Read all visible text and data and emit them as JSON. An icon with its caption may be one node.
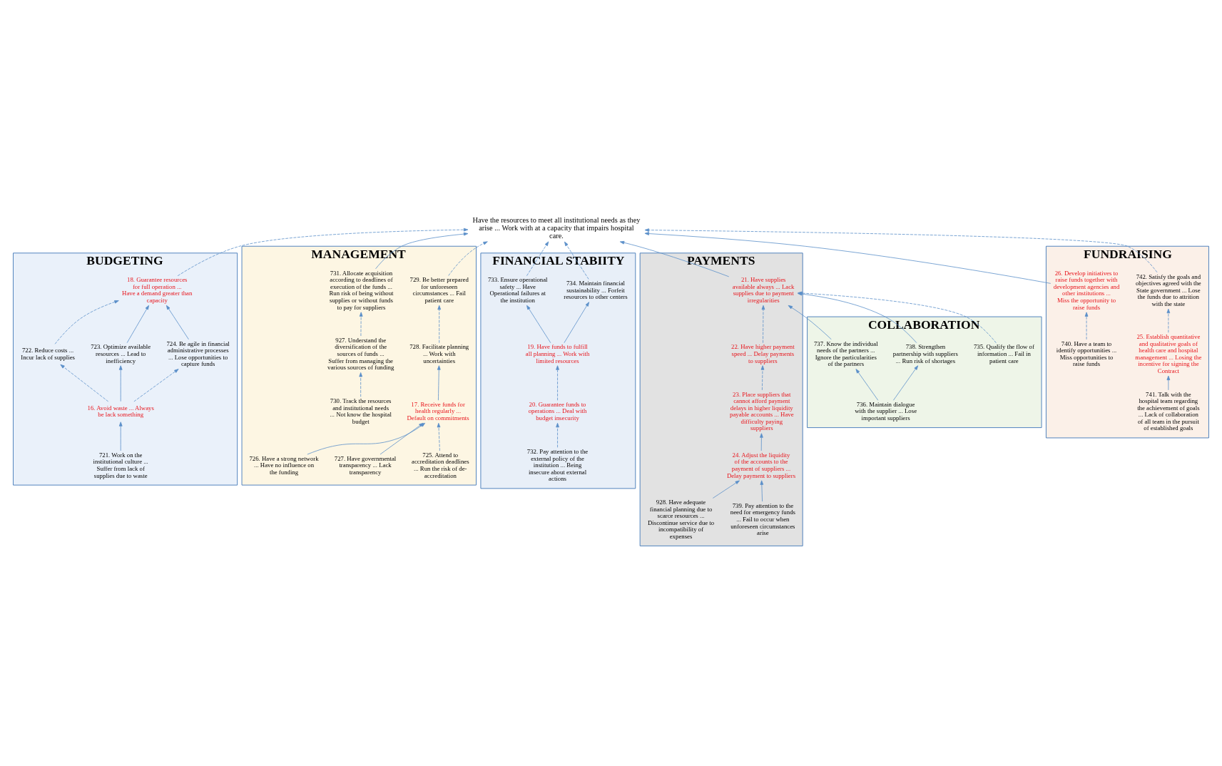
{
  "diagram": {
    "nodes": [
      {
        "text": [
          "Have the resources to meet all institutional needs as they arise ... Work with at a capacity that impairs hospital care."
        ]
      },
      {
        "text": [
          "BUDGETING"
        ]
      },
      {
        "text": [
          "18. Guarantee resources for full operation ... Have a demand greater than capacity"
        ],
        "in": 1
      },
      {
        "text": [
          "722. Reduce costs ... Incur lack of supplies"
        ],
        "in": 1
      },
      {
        "text": [
          "723. Optimize available resources ... Lead to inefficiency"
        ],
        "in": 1
      },
      {
        "text": [
          "724. Be agile in financial administrative processes ... Lose opportunities to capture funds"
        ],
        "in": 1
      },
      {
        "text": [
          "16. Avoid waste ... Always be lack something"
        ],
        "in": 1
      },
      {
        "text": [
          "721. Work on the institutional culture ... Suffer from lack of supplies due to waste"
        ],
        "in": 1
      },
      {
        "text": [
          "MANAGEMENT"
        ]
      },
      {
        "text": [
          "729. Be better prepared for unforeseen circumstances ... Fail patient care"
        ],
        "in": 8
      },
      {
        "text": [
          "731. Allocate acquisition according to deadlines of execution of the funds ... Run risk of being without supplies or without funds to pay for suppliers"
        ],
        "in": 8
      },
      {
        "text": [
          "728. Facilitate planning ... Work with uncertainties"
        ],
        "in": 8
      },
      {
        "text": [
          "17. Receive funds for health regularly ... Default on commitments"
        ],
        "in": 8
      },
      {
        "text": [
          "927. Understand the diversification of the sources of funds ... Suffer from managing the various sources of funding"
        ],
        "in": 8
      },
      {
        "text": [
          "725. Attend to accreditation deadlines ... Run the risk of de-accreditation"
        ],
        "in": 8
      },
      {
        "text": [
          "727. Have governmental transparency ... Lack transparency"
        ],
        "in": 8
      },
      {
        "text": [
          "726. Have a strong network ... Have no influence on the funding"
        ],
        "in": 8
      },
      {
        "text": [
          "730. Track the resources and institutional needs ... Not know the hospital budget"
        ],
        "in": 8
      },
      {
        "text": [
          "FINANCIAL STABIITY"
        ]
      },
      {
        "text": [
          "733. Ensure operational safety ... Have Operational failures at the institution"
        ],
        "in": 18
      },
      {
        "text": [
          "734. Maintain financial sustainability ... Forfeit resources to other centers"
        ],
        "in": 18
      },
      {
        "text": [
          "19. Have funds to fulfill all planning ... Work with limited resources"
        ],
        "in": 18
      },
      {
        "text": [
          "20. Guarantee funds to operations ... Deal with budget insecurity"
        ],
        "in": 18
      },
      {
        "text": [
          "732. Pay attention to the external policy of the institution ... Being insecure about external actions"
        ],
        "in": 18
      },
      {
        "text": [
          "PAYMENTS"
        ]
      },
      {
        "text": [
          "21. Have supplies available always ... Lack supplies due to payment irregularities"
        ],
        "in": 24
      },
      {
        "text": [
          "22. Have higher payment speed ... Delay payments to suppliers"
        ],
        "in": 24
      },
      {
        "text": [
          "23. Place suppliers that cannot afford payment delays in higher liquidity payable accounts ... Have difficulty paying suppliers"
        ],
        "in": 24
      },
      {
        "text": [
          "24. Adjust the liquidity of the accounts to the payment of suppliers ... Delay payment to suppliers"
        ],
        "in": 24
      },
      {
        "text": [
          "739. Pay attention to the need for emergency funds ... Fail to occur when unforeseen circumstances arise"
        ],
        "in": 24
      },
      {
        "text": [
          "928. Have adequate financial planning due to scarce resources ... Discontinue service due to incompatibility of expenses"
        ],
        "in": 24
      },
      {
        "text": [
          "COLLABORATION"
        ]
      },
      {
        "text": [
          "735. Qualify the flow of information ... Fail in patient care"
        ],
        "in": 31
      },
      {
        "text": [
          "737. Know the individual needs of the partners ... Ignore the particularities of the partners"
        ],
        "in": 31
      },
      {
        "text": [
          "738. Strengthen partnership with suppliers ... Run risk of shortages"
        ],
        "in": 31
      },
      {
        "text": [
          "736. Maintain dialogue with the supplier ... Lose important suppliers"
        ],
        "in": 31
      },
      {
        "text": [
          "FUNDRAISING"
        ]
      },
      {
        "text": [
          "742. Satisfy the goals and objectives agreed with the State government ... Lose the funds due to attrition with the state"
        ],
        "in": 36
      },
      {
        "text": [
          "25. Establish quantitative and qualitative goals of health care and hospital management ... Losing the incentive for signing the Contract"
        ],
        "in": 36
      },
      {
        "text": [
          "26. Develop initiatives to raise funds together with development agencies and other institutions ... Miss the opportunity to raise funds"
        ],
        "in": 36
      },
      {
        "text": [
          "741. Talk with the hospital team regarding the achievement of goals ... Lack of collaboration of all team in the pursuit of established goals"
        ],
        "in": 36
      },
      {
        "text": [
          "740. Have a team to identify opportunities ... Miss opportunities to raise funds"
        ],
        "in": 36
      }
    ],
    "edges": [
      {
        "from": 2,
        "to": 0,
        "arrow": "to",
        "style": "dashed"
      },
      {
        "from": 3,
        "to": 2,
        "arrow": "to",
        "style": "dashed"
      },
      {
        "from": 4,
        "to": 2,
        "arrow": "to"
      },
      {
        "from": 5,
        "to": 2,
        "arrow": "to"
      },
      {
        "from": 6,
        "to": 3,
        "arrow": "to",
        "style": "dashed"
      },
      {
        "from": 6,
        "to": 4,
        "arrow": "to"
      },
      {
        "from": 6,
        "to": 5,
        "arrow": "to",
        "style": "dashed"
      },
      {
        "from": 7,
        "to": 6,
        "arrow": "to"
      },
      {
        "from": 9,
        "to": 0,
        "arrow": "to",
        "style": "dashed"
      },
      {
        "from": 10,
        "to": 0,
        "arrow": "to"
      },
      {
        "from": 11,
        "to": 9,
        "arrow": "to",
        "style": "dashed"
      },
      {
        "from": 12,
        "to": 11,
        "arrow": "to"
      },
      {
        "from": 14,
        "to": 12,
        "arrow": "to",
        "style": "dashed"
      },
      {
        "from": 16,
        "to": 12,
        "arrow": "to"
      },
      {
        "from": 15,
        "to": 12,
        "arrow": "to"
      },
      {
        "from": 13,
        "to": 10,
        "arrow": "to",
        "style": "dashed"
      },
      {
        "from": 17,
        "to": 13,
        "arrow": "to",
        "style": "dashed"
      },
      {
        "from": 19,
        "to": 0,
        "arrow": "to",
        "style": "dashed"
      },
      {
        "from": 20,
        "to": 0,
        "arrow": "to",
        "style": "dashed"
      },
      {
        "from": 21,
        "to": 19,
        "arrow": "to"
      },
      {
        "from": 21,
        "to": 20,
        "arrow": "to"
      },
      {
        "from": 22,
        "to": 21,
        "arrow": "to",
        "style": "dashed"
      },
      {
        "from": 23,
        "to": 22,
        "arrow": "to",
        "style": "dashed"
      },
      {
        "from": 25,
        "to": 0,
        "arrow": "to"
      },
      {
        "from": 26,
        "to": 25,
        "arrow": "to",
        "style": "dashed"
      },
      {
        "from": 27,
        "to": 26,
        "arrow": "to",
        "style": "dashed"
      },
      {
        "from": 28,
        "to": 27,
        "arrow": "to"
      },
      {
        "from": 29,
        "to": 28,
        "arrow": "to"
      },
      {
        "from": 30,
        "to": 28,
        "arrow": "to"
      },
      {
        "from": 32,
        "to": 25,
        "arrow": "to",
        "style": "dashed"
      },
      {
        "from": 33,
        "to": 25,
        "arrow": "to"
      },
      {
        "from": 34,
        "to": 25,
        "arrow": "to"
      },
      {
        "from": 35,
        "to": 33,
        "arrow": "to"
      },
      {
        "from": 35,
        "to": 34,
        "arrow": "to"
      },
      {
        "from": 37,
        "to": 0,
        "arrow": "to",
        "style": "dashed"
      },
      {
        "from": 39,
        "to": 0,
        "arrow": "to"
      },
      {
        "from": 38,
        "to": 37,
        "arrow": "to",
        "style": "dashed"
      },
      {
        "from": 40,
        "to": 38,
        "arrow": "to"
      },
      {
        "from": 41,
        "to": 39,
        "arrow": "to",
        "style": "dashed"
      }
    ]
  }
}
